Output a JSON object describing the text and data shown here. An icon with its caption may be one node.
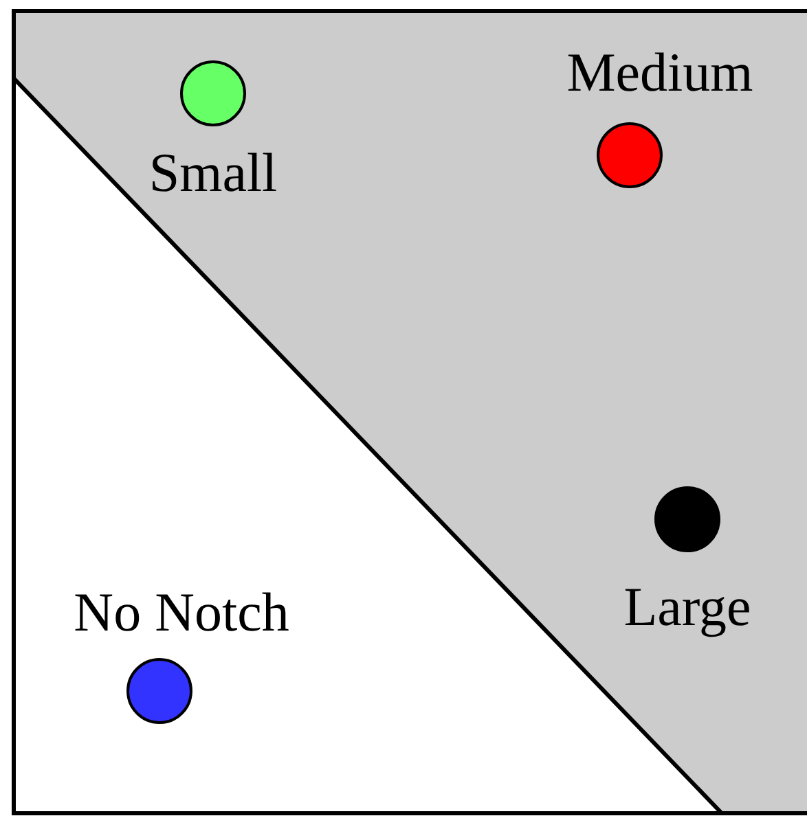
{
  "diagram": {
    "nodes": [
      {
        "text": [],
        "shape": "circle",
        "beside": [
          "Small"
        ]
      },
      {
        "text": [],
        "shape": "circle",
        "beside": [
          "Medium"
        ]
      },
      {
        "text": [],
        "shape": "circle",
        "beside": [
          "Large"
        ]
      },
      {
        "text": [],
        "shape": "circle",
        "beside": [
          "No Notch"
        ]
      }
    ]
  }
}
